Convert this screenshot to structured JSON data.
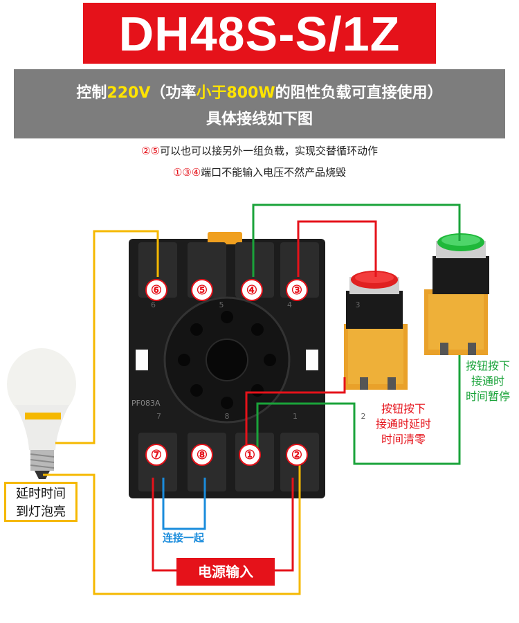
{
  "title": "DH48S-S/1Z",
  "subtitle": {
    "line1_pre": "控制",
    "line1_v": "220V",
    "line1_mid": "（功率",
    "line1_hl": "小于",
    "line1_w": "800W",
    "line1_post": "的阻性负载可直接使用）",
    "line2": "具体接线如下图"
  },
  "notes": [
    {
      "marks": "②⑤",
      "text": "可以也可以接另外一组负载，实现交替循环动作"
    },
    {
      "marks": "①③④",
      "text": "端口不能输入电压不然产品烧毁"
    }
  ],
  "terminals_top": [
    "⑥",
    "⑤",
    "④",
    "③"
  ],
  "terminals_bottom": [
    "⑦",
    "⑧",
    "①",
    "②"
  ],
  "socket_marks": {
    "top_nums": "6 5 4 3",
    "model": "PF083A",
    "bottom_nums": "7 8 1 2"
  },
  "red_button_label": {
    "l1": "按钮按下",
    "l2": "接通时延时",
    "l3": "时间清零"
  },
  "green_button_label": {
    "l1": "按钮按下",
    "l2": "接通时",
    "l3": "时间暂停"
  },
  "bulb_label": {
    "l1": "延时时间",
    "l2": "到灯泡亮"
  },
  "connect_label": "连接一起",
  "power_label": "电源输入",
  "colors": {
    "red": "#e5121a",
    "yellow": "#f5b800",
    "green": "#1aa33a",
    "blue": "#1a8cdc",
    "gray": "#7d7d7d"
  }
}
